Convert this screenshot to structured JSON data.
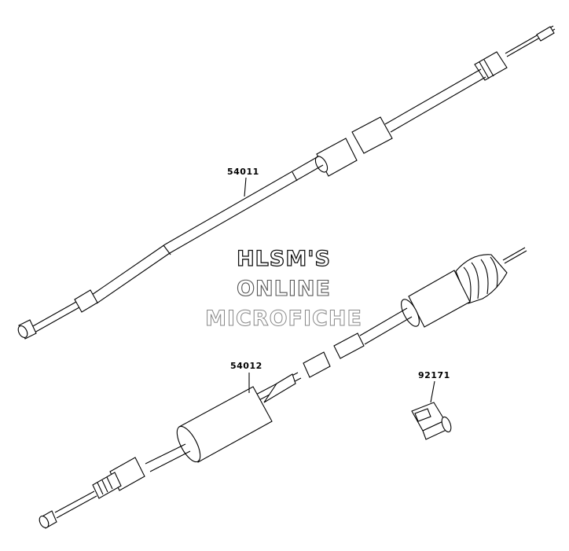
{
  "parts": [
    {
      "number": "54011"
    },
    {
      "number": "54012"
    },
    {
      "number": "92171"
    }
  ],
  "watermark": {
    "line1": "HLSM'S",
    "line2": "ONLINE",
    "line3": "MICROFICHE"
  }
}
